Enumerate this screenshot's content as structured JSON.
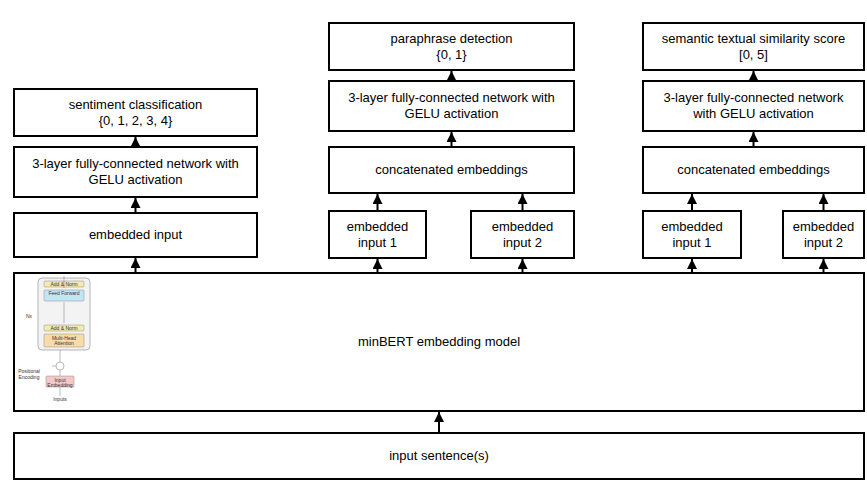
{
  "diagram": {
    "nodes": [
      {
        "text": [
          "sentiment classification",
          "{0, 1, 2, 3, 4}"
        ]
      },
      {
        "text": [
          "paraphrase detection",
          "{0, 1}"
        ]
      },
      {
        "text": [
          "semantic textual similarity score",
          "[0, 5]"
        ]
      },
      {
        "text": [
          "3-layer fully-connected network with GELU activation"
        ]
      },
      {
        "text": [
          "3-layer fully-connected network with GELU activation"
        ]
      },
      {
        "text": [
          "3-layer fully-connected network with GELU activation"
        ]
      },
      {
        "text": [
          "embedded input"
        ]
      },
      {
        "text": [
          "concatenated embeddings"
        ]
      },
      {
        "text": [
          "concatenated embeddings"
        ]
      },
      {
        "text": [
          "embedded input 1"
        ]
      },
      {
        "text": [
          "embedded input 2"
        ]
      },
      {
        "text": [
          "embedded input 1"
        ]
      },
      {
        "text": [
          "embedded input 2"
        ]
      },
      {
        "text": [
          "minBERT embedding model"
        ]
      },
      {
        "text": [
          "input sentence(s)"
        ]
      }
    ],
    "edges": [
      {
        "from": 14,
        "to": 13,
        "arrow": "to"
      },
      {
        "from": 13,
        "to": 6,
        "arrow": "to"
      },
      {
        "from": 13,
        "to": 9,
        "arrow": "to"
      },
      {
        "from": 13,
        "to": 10,
        "arrow": "to"
      },
      {
        "from": 13,
        "to": 11,
        "arrow": "to"
      },
      {
        "from": 13,
        "to": 12,
        "arrow": "to"
      },
      {
        "from": 6,
        "to": 3,
        "arrow": "to"
      },
      {
        "from": 9,
        "to": 7,
        "arrow": "to"
      },
      {
        "from": 10,
        "to": 7,
        "arrow": "to"
      },
      {
        "from": 11,
        "to": 8,
        "arrow": "to"
      },
      {
        "from": 12,
        "to": 8,
        "arrow": "to"
      },
      {
        "from": 3,
        "to": 0,
        "arrow": "to"
      },
      {
        "from": 7,
        "to": 4,
        "arrow": "to"
      },
      {
        "from": 4,
        "to": 1,
        "arrow": "to"
      },
      {
        "from": 8,
        "to": 5,
        "arrow": "to"
      },
      {
        "from": 5,
        "to": 2,
        "arrow": "to"
      }
    ],
    "labels": [
      "Add & Norm",
      "Feed Forward",
      "Nx",
      "Add & Norm",
      "Multi-Head Attention",
      "Positional Encoding",
      "Input Embedding",
      "Inputs"
    ]
  }
}
